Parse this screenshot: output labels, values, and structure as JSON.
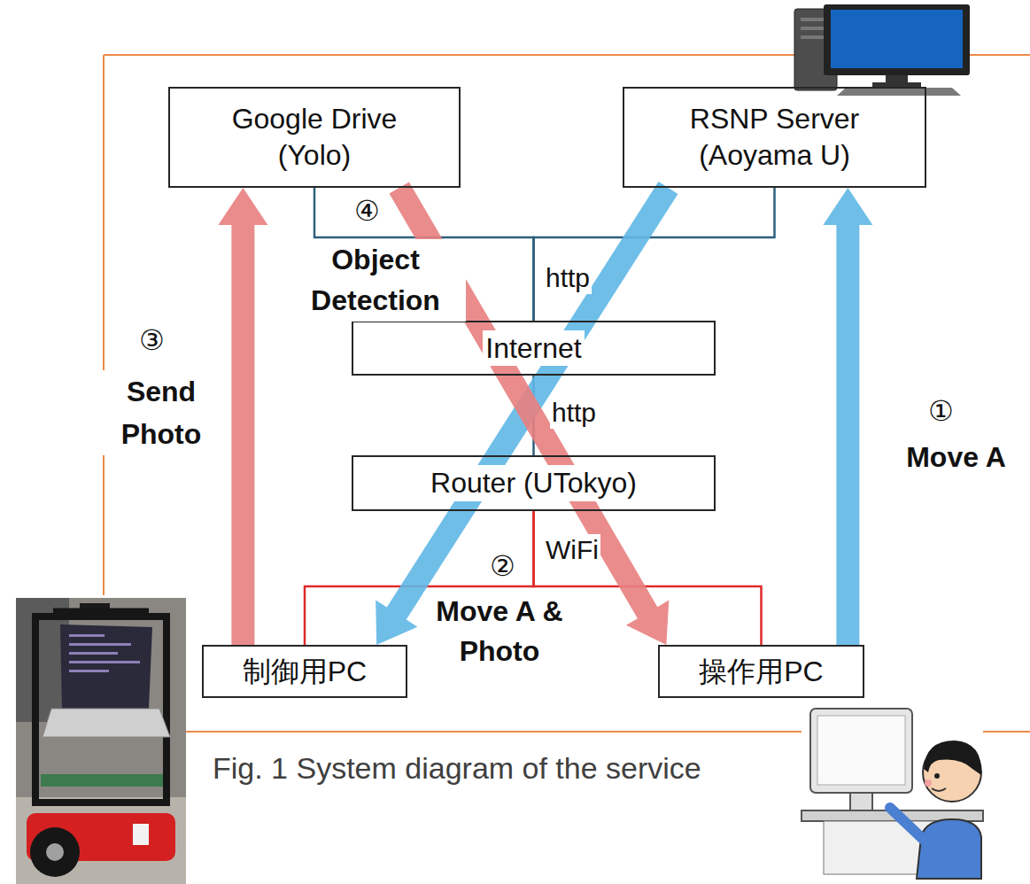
{
  "diagram": {
    "caption": "Fig. 1 System diagram of the service",
    "nodes": [
      {
        "text": [
          "Google Drive (Yolo)"
        ]
      },
      {
        "text": [
          "RSNP Server (Aoyama U)"
        ]
      },
      {
        "text": [
          "Internet"
        ]
      },
      {
        "text": [
          "Router (UTokyo)"
        ]
      },
      {
        "text": [
          "制御用PC"
        ]
      },
      {
        "text": [
          "操作用PC"
        ]
      }
    ],
    "edges": [
      {
        "from": 0,
        "to": 2,
        "arrow": "none",
        "label": "http"
      },
      {
        "from": 1,
        "to": 2,
        "arrow": "none"
      },
      {
        "from": 2,
        "to": 3,
        "arrow": "none",
        "label": "http"
      },
      {
        "from": 3,
        "to": 4,
        "arrow": "none",
        "label": "WiFi"
      },
      {
        "from": 3,
        "to": 5,
        "arrow": "none"
      },
      {
        "from": 5,
        "to": 1,
        "arrow": "to",
        "label": "Move A"
      },
      {
        "from": 1,
        "to": 4,
        "arrow": "to",
        "label": "Move A & Photo"
      },
      {
        "from": 4,
        "to": 0,
        "arrow": "to",
        "label": "Send Photo"
      },
      {
        "from": 0,
        "to": 5,
        "arrow": "to",
        "label": "Object Detection"
      }
    ],
    "labels": [
      "①",
      "②",
      "③",
      "④"
    ]
  }
}
